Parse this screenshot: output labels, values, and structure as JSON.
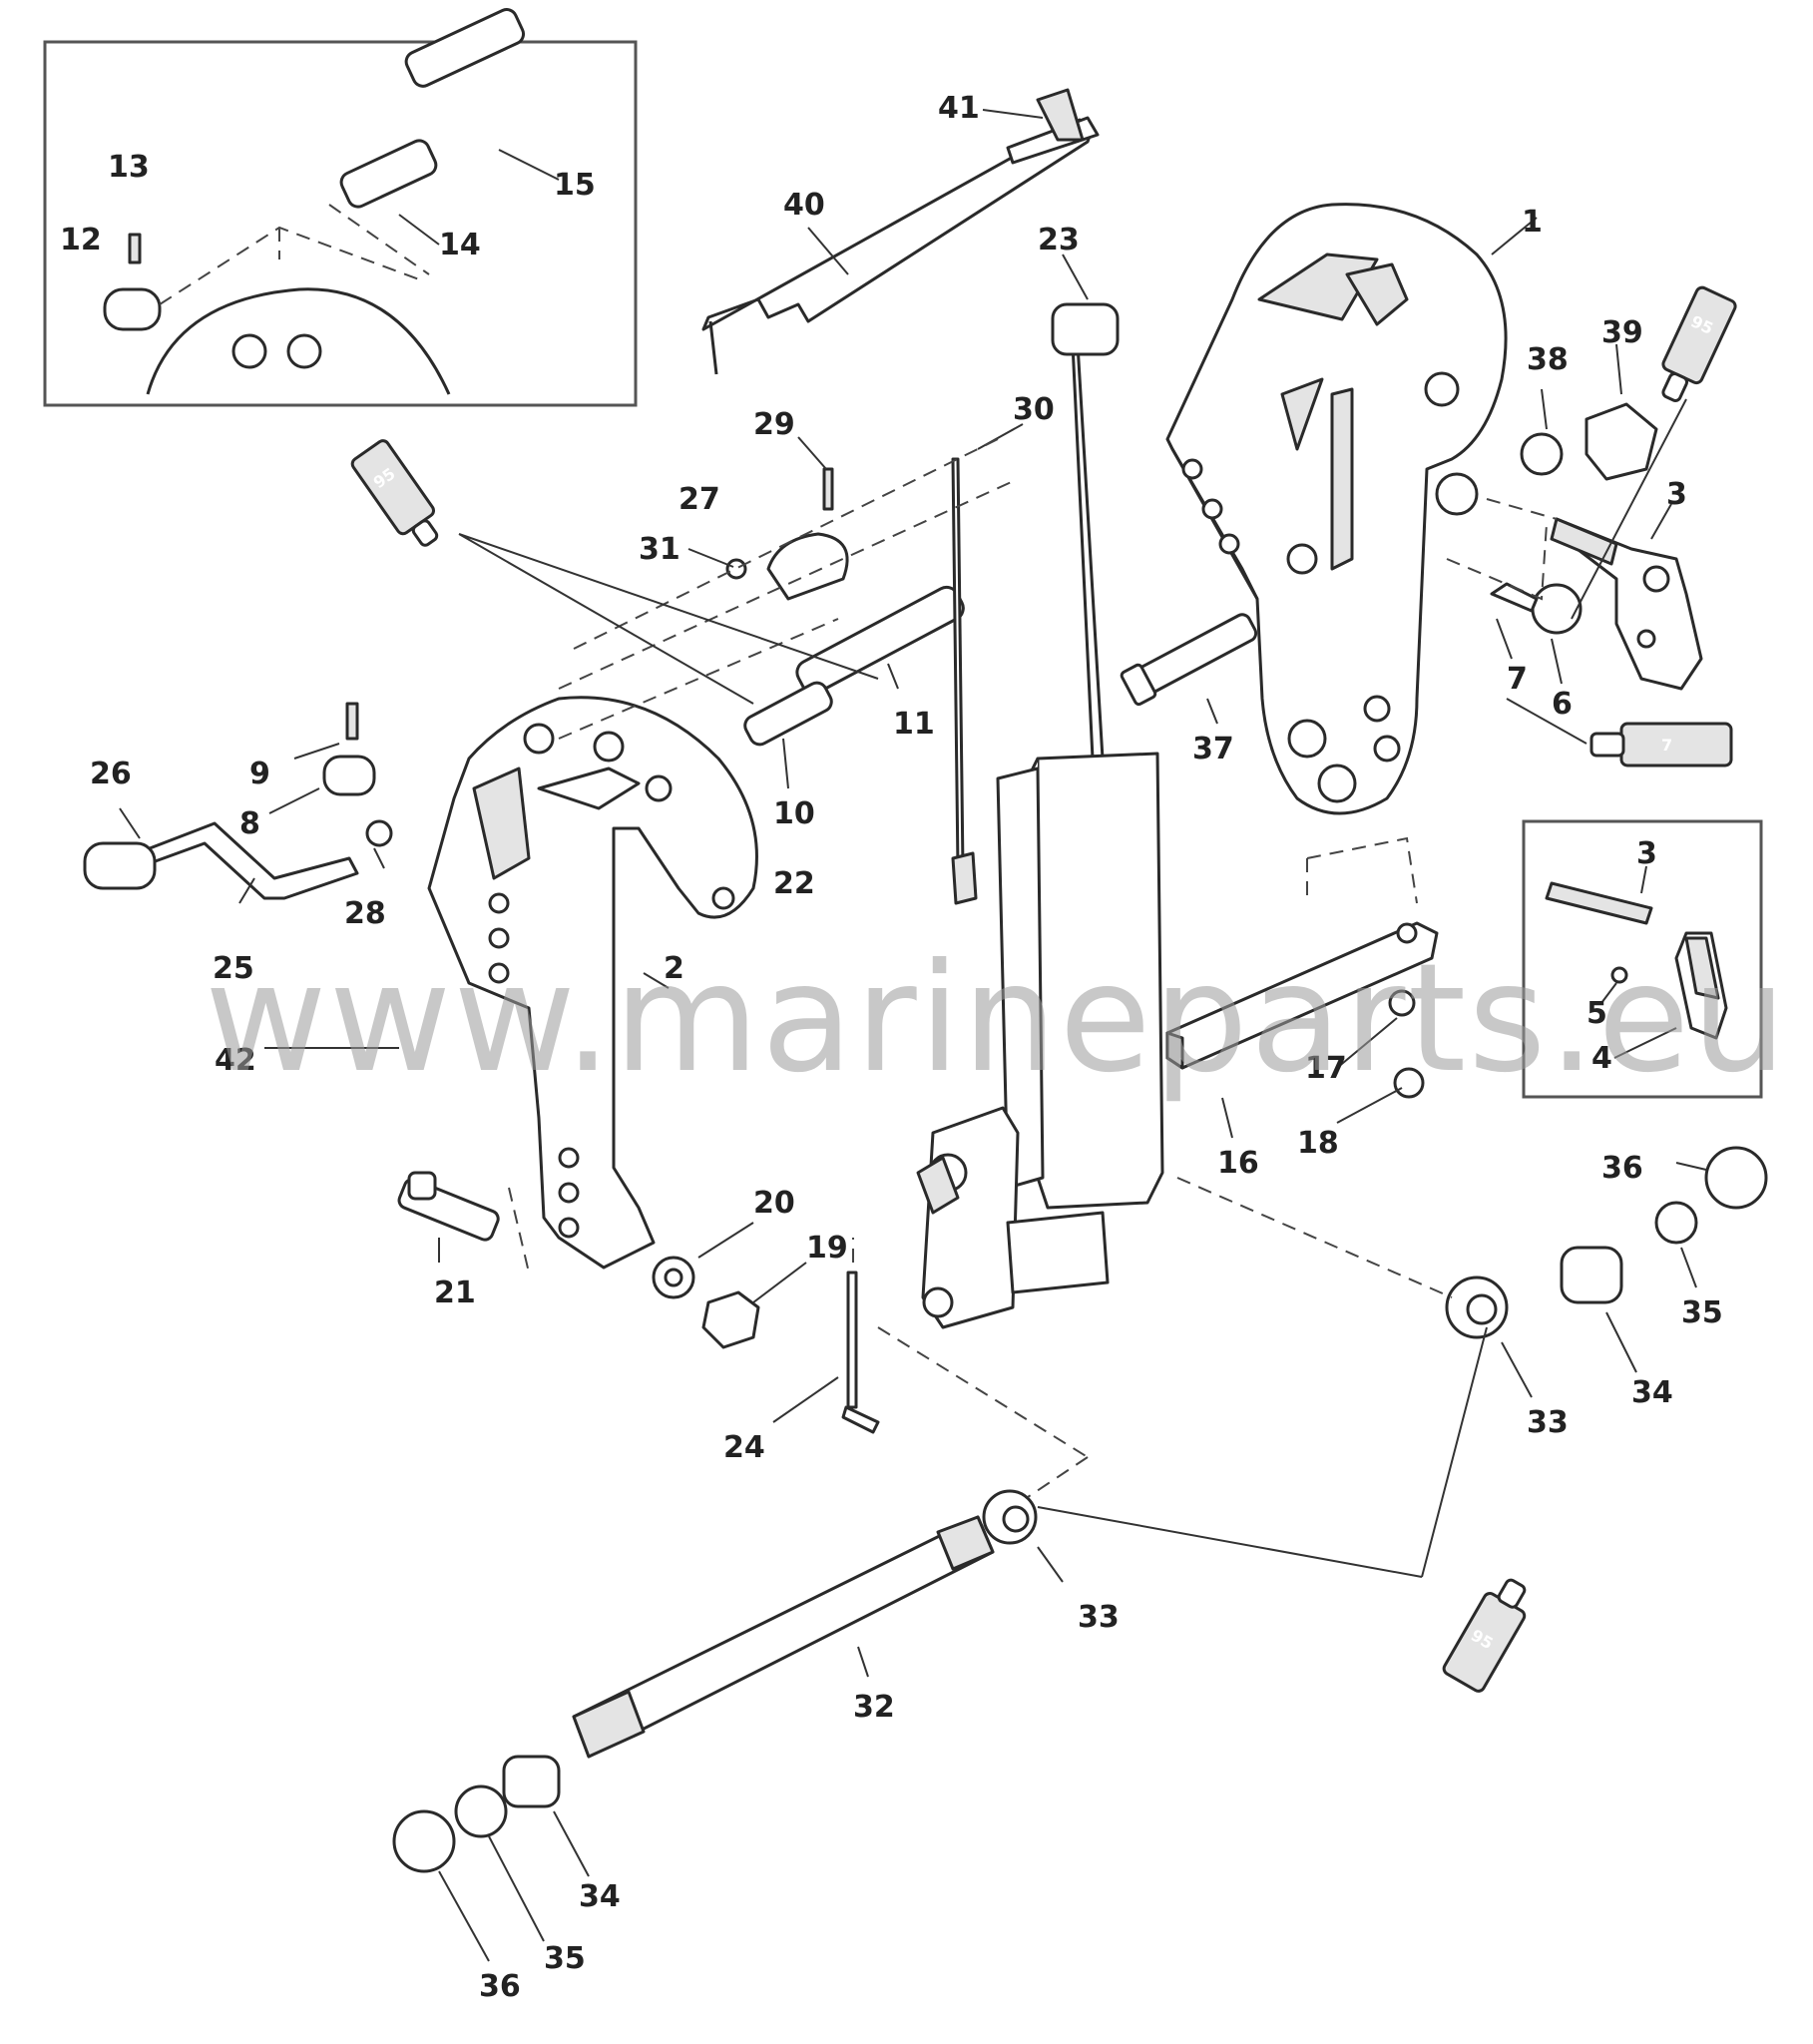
{
  "watermark": "www.marineparts.eu",
  "callouts": {
    "c1": "1",
    "c2": "2",
    "c3": "3",
    "c3b": "3",
    "c4": "4",
    "c5": "5",
    "c6": "6",
    "c7": "7",
    "c8": "8",
    "c9": "9",
    "c10": "10",
    "c11": "11",
    "c12": "12",
    "c13": "13",
    "c14": "14",
    "c15": "15",
    "c16": "16",
    "c17": "17",
    "c18": "18",
    "c19": "19",
    "c20": "20",
    "c21": "21",
    "c22": "22",
    "c23": "23",
    "c24": "24",
    "c25": "25",
    "c26": "26",
    "c27": "27",
    "c28": "28",
    "c29": "29",
    "c30": "30",
    "c31": "31",
    "c32": "32",
    "c33": "33",
    "c33b": "33",
    "c34": "34",
    "c34b": "34",
    "c35": "35",
    "c35b": "35",
    "c36": "36",
    "c36b": "36",
    "c37": "37",
    "c38": "38",
    "c39": "39",
    "c40": "40",
    "c41": "41",
    "c42": "42"
  },
  "tubes": {
    "t95a": "95",
    "t95b": "95",
    "t95c": "95",
    "t7": "7"
  }
}
